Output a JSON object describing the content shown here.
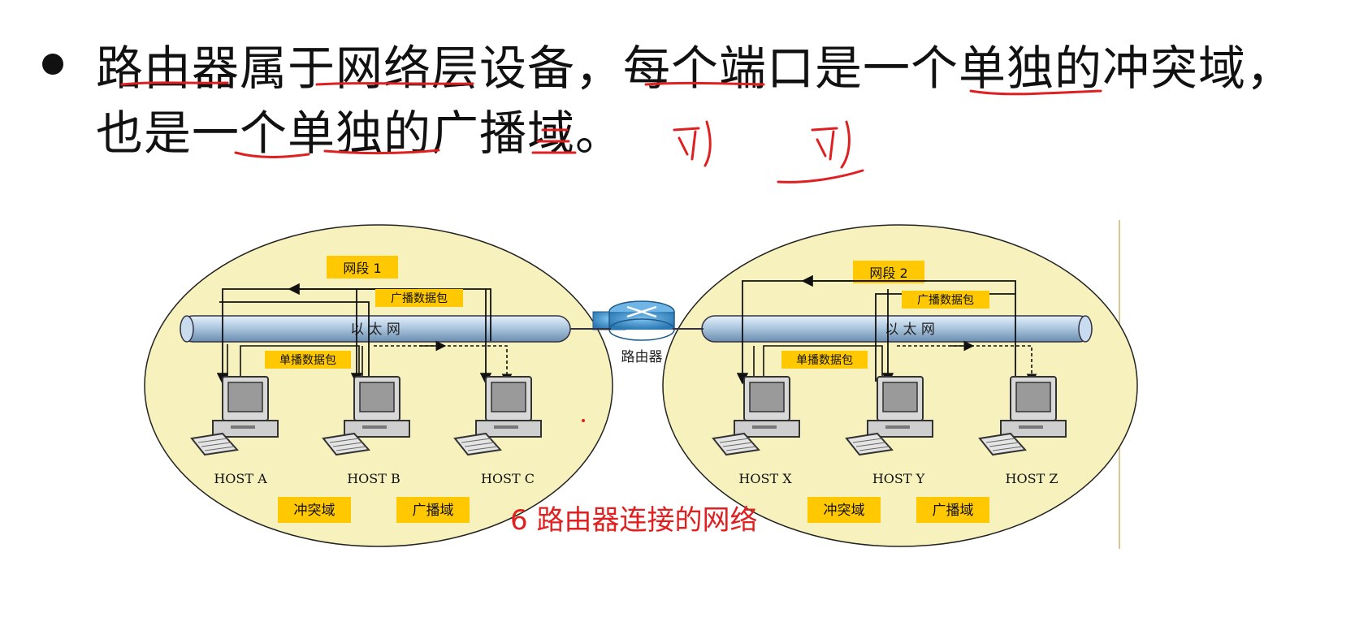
{
  "slide": {
    "bullet_text": "路由器属于网络层设备，每个端口是一个单独的冲突域，也是一个单独的广播域。"
  },
  "diagram": {
    "left_segment": {
      "label": "网段 1",
      "broadcast_label": "广播数据包",
      "ethernet_label": "以 太 网",
      "unicast_label": "单播数据包",
      "hosts": [
        "HOST A",
        "HOST B",
        "HOST C"
      ],
      "collision_label": "冲突域",
      "broadcast_domain_label": "广播域"
    },
    "right_segment": {
      "label": "网段 2",
      "broadcast_label": "广播数据包",
      "ethernet_label": "以 太 网",
      "unicast_label": "单播数据包",
      "hosts": [
        "HOST X",
        "HOST Y",
        "HOST Z"
      ],
      "collision_label": "冲突域",
      "broadcast_domain_label": "广播域"
    },
    "router_label": "路由器",
    "caption": "6 路由器连接的网络"
  },
  "colors": {
    "ellipse_fill": "#f7f2bd",
    "label_box": "#ffc800",
    "pipe": "#aec8e0",
    "router": "#3a8fc8",
    "caption": "#e02020",
    "annotation": "#e02020"
  }
}
